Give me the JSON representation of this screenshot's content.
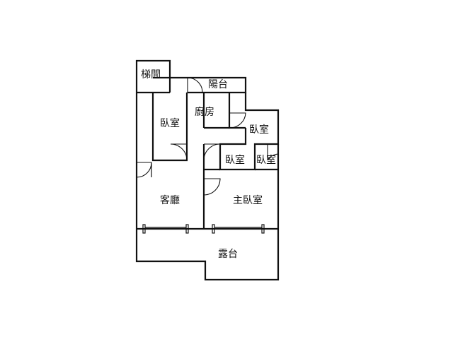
{
  "floorplan": {
    "rooms": {
      "stairwell": "梯間",
      "balcony": "陽台",
      "kitchen": "廚房",
      "bedroom_left": "臥室",
      "bedroom_right_top": "臥室",
      "bedroom_small_1": "臥室",
      "bedroom_small_2": "臥室",
      "living_room": "客廳",
      "master_bedroom": "主臥室",
      "terrace": "露台"
    }
  },
  "colors": {
    "line": "#111111",
    "background": "#ffffff"
  }
}
